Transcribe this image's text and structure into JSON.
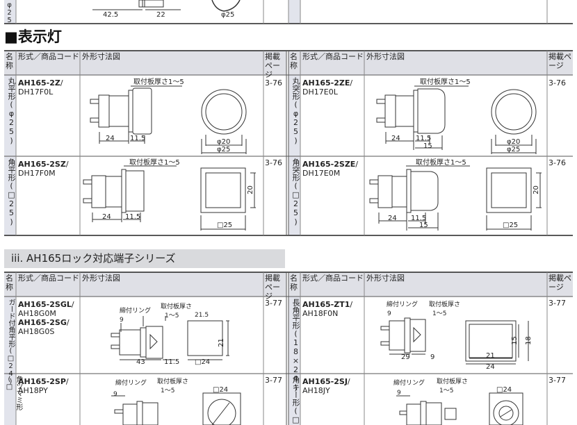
{
  "top": {
    "dim_a": "42.5",
    "dim_b": "22",
    "dia": "φ25",
    "side_text": "φ25"
  },
  "section1": {
    "title": "■表示灯",
    "headers": {
      "name": "名称",
      "type": "形式／商品コード",
      "figure": "外形寸法図",
      "page": "掲載ページ"
    },
    "rows": [
      {
        "name": "丸平形(φ25)",
        "code1": "AH165-2Z",
        "code2": "DH17F0L",
        "page": "3-76",
        "dims": {
          "plate": "取付板厚さ1〜5",
          "d1": "24",
          "d2": "11.5",
          "dia1": "φ20",
          "dia2": "φ25"
        }
      },
      {
        "name": "丸突形(φ25)",
        "code1": "AH165-2ZE",
        "code2": "DH17E0L",
        "page": "3-76",
        "dims": {
          "plate": "取付板厚さ1〜5",
          "d1": "24",
          "d2": "11.5",
          "d3": "15",
          "dia1": "φ20",
          "dia2": "φ25"
        }
      },
      {
        "name": "角平形(□25)",
        "code1": "AH165-2SZ",
        "code2": "DH17F0M",
        "page": "3-76",
        "dims": {
          "plate": "取付板厚さ1〜5",
          "d1": "24",
          "d2": "11.5",
          "side": "20",
          "sq": "□25"
        }
      },
      {
        "name": "角突形(□25)",
        "code1": "AH165-2SZE",
        "code2": "DH17E0M",
        "page": "3-76",
        "dims": {
          "plate": "取付板厚さ1〜5",
          "d1": "24",
          "d2": "11.5",
          "d3": "15",
          "side": "20",
          "sq": "□25"
        }
      }
    ]
  },
  "section2": {
    "title": "iii.  AH165ロック対応端子シリーズ",
    "headers": {
      "name": "名称",
      "type": "形式／商品コード",
      "figure": "外形寸法図",
      "page": "掲載ページ"
    },
    "rows": [
      {
        "name": "ガード付角平形(□24)",
        "code1": "AH165-2SGL",
        "code2": "AH18G0M",
        "code3": "AH165-2SG",
        "code4": "AH18G0S",
        "page": "3-77",
        "dims": {
          "ring": "締付リング",
          "plate": "取付板厚さ",
          "range": "1〜5",
          "d9": "9",
          "d215": "21.5",
          "d43": "43",
          "d115": "11.5",
          "sq": "□24",
          "side": "21"
        }
      },
      {
        "name": "長角平形(18×24)",
        "code1": "AH165-ZT1",
        "code2": "AH18F0N",
        "page": "3-77",
        "dims": {
          "ring": "締付リング",
          "plate": "取付板厚さ",
          "range": "1〜5",
          "d9": "9",
          "d29": "29",
          "d9b": "9",
          "d21": "21",
          "d24": "24",
          "s15": "15",
          "s18": "18"
        }
      },
      {
        "name": "角ツマミ形(□",
        "code1": "AH165-2SP",
        "code2": "AH18PY",
        "page": "3-77",
        "dims": {
          "ring": "締付リング",
          "plate": "取付板厚さ",
          "range": "1〜5",
          "d9": "9",
          "sq": "□24"
        }
      },
      {
        "name": "角キー形(□",
        "code1": "AH165-2SJ",
        "code2": "AH18JY",
        "page": "3-77",
        "dims": {
          "ring": "締付リング",
          "plate": "取付板厚さ",
          "range": "1〜5",
          "d9": "9",
          "sq": "□24"
        }
      }
    ]
  }
}
